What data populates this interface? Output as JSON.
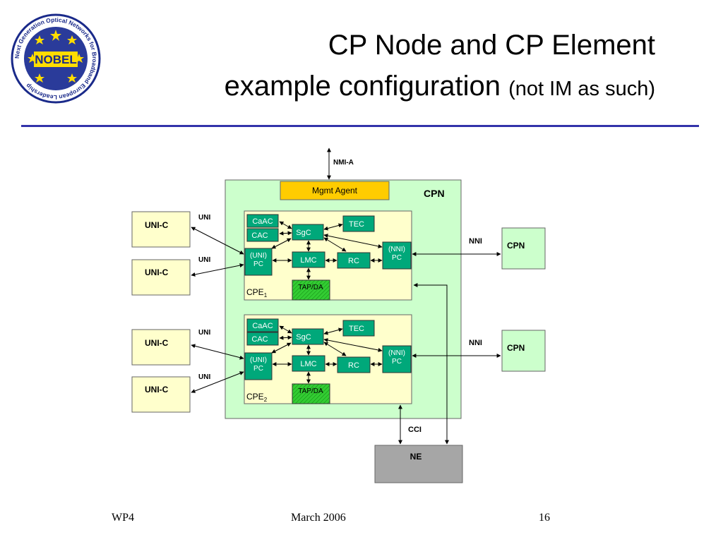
{
  "slide": {
    "title_line1": "CP Node and CP Element",
    "title_line2_main": "example configuration",
    "title_line2_note": "(not IM as such)"
  },
  "logo": {
    "text": "NOBEL",
    "ring_text": "Next Generation Optical Networks for Broadband European Leadership"
  },
  "diagram": {
    "nmi_label": "NMI-A",
    "mgmt_agent": "Mgmt Agent",
    "cpn_outer": "CPN",
    "uni_label": "UNI",
    "nni_label": "NNI",
    "cci_label": "CCI",
    "ne_label": "NE",
    "uni_c": "UNI-C",
    "cpn_peer": "CPN",
    "cpe1_label": "CPE",
    "cpe1_sub": "1",
    "cpe2_label": "CPE",
    "cpe2_sub": "2",
    "caac": "CaAC",
    "cac": "CAC",
    "sgc": "SgC",
    "tec": "TEC",
    "uni_pc_line1": "(UNI)",
    "uni_pc_line2": "PC",
    "nni_pc_line1": "(NNI)",
    "nni_pc_line2": "PC",
    "lmc": "LMC",
    "rc": "RC",
    "tap": "TAP/DA"
  },
  "footer": {
    "left": "WP4",
    "center": "March 2006",
    "page": "16"
  },
  "colors": {
    "rule": "#3333aa",
    "cpn_fill": "#ccffcc",
    "cpe_fill": "#ffffcc",
    "module_fill": "#00a87a",
    "tap_fill": "#33cc33",
    "mgmt_fill": "#ffcc00",
    "ne_fill": "#a6a6a6"
  }
}
